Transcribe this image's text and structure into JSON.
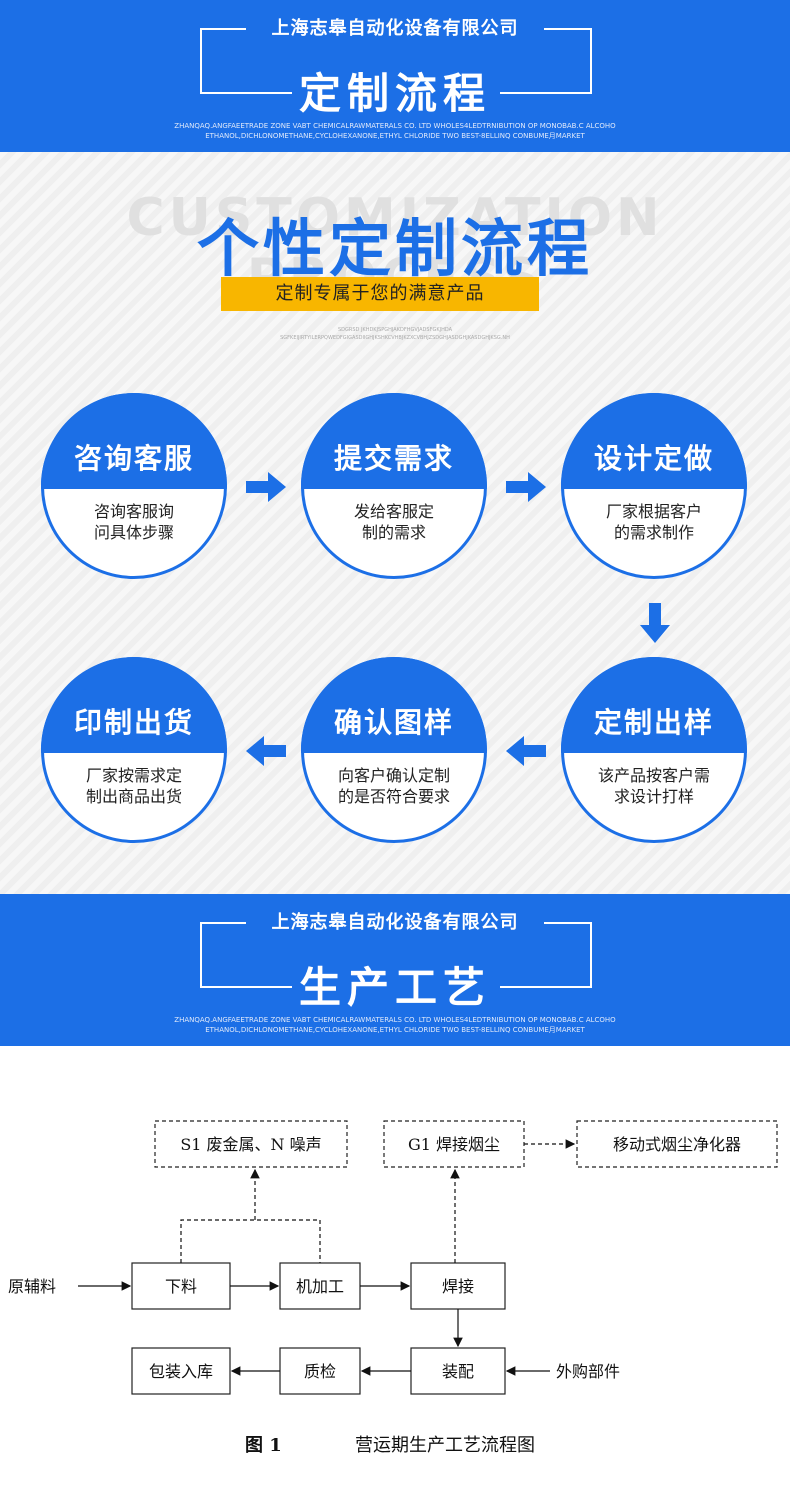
{
  "banner1": {
    "company": "上海志皋自动化设备有限公司",
    "title": "定制流程",
    "english_line1": "ZHANQAQ.ANGFAEETRADE ZONE VABT CHEMICALRAWMATERALS CO. LTD WHOLES4LEDTRNIBUTION OP MONOBAB.C ALCOHO",
    "english_line2": "ETHANOL,DICHLONOMETHANE,CYCLOHEXANONE,ETHYL CHLORIDE TWO BEST-8ELLINQ CONBUME月MARKET"
  },
  "process": {
    "background_word": "CUSTOMIZATION PROCESS",
    "title": "个性定制流程",
    "subtitle": "定制专属于您的满意产品",
    "tiny_line1": "SDGRSD JKHDKJSPGHJAKDFHGVJADSFGKJHDA",
    "tiny_line2": "SGFKEIJIRTYILERPQWEDFGIGASDIIGHJKSHKCVHBJKZXCVBHJZSDGHJASDGHJKASDGHJKSG.NH",
    "steps": [
      {
        "title": "咨询客服",
        "desc_line1": "咨询客服询",
        "desc_line2": "问具体步骤"
      },
      {
        "title": "提交需求",
        "desc_line1": "发给客服定",
        "desc_line2": "制的需求"
      },
      {
        "title": "设计定做",
        "desc_line1": "厂家根据客户",
        "desc_line2": "的需求制作"
      },
      {
        "title": "定制出样",
        "desc_line1": "该产品按客户需",
        "desc_line2": "求设计打样"
      },
      {
        "title": "确认图样",
        "desc_line1": "向客户确认定制",
        "desc_line2": "的是否符合要求"
      },
      {
        "title": "印制出货",
        "desc_line1": "厂家按需求定",
        "desc_line2": "制出商品出货"
      }
    ]
  },
  "banner2": {
    "company": "上海志皋自动化设备有限公司",
    "title": "生产工艺",
    "english_line1": "ZHANQAQ.ANGFAEETRADE ZONE VABT CHEMICALRAWMATERALS CO. LTD WHOLES4LEDTRNIBUTION OP MONOBAB.C ALCOHO",
    "english_line2": "ETHANOL,DICHLONOMETHANE,CYCLOHEXANONE,ETHYL CHLORIDE TWO BEST-8ELLINQ CONBUME月MARKET"
  },
  "flowchart": {
    "emission_s1": "S1 废金属、N 噪声",
    "emission_g1": "G1 焊接烟尘",
    "purifier": "移动式烟尘净化器",
    "raw_material": "原辅料",
    "cutting": "下料",
    "machining": "机加工",
    "welding": "焊接",
    "assembly": "装配",
    "outsourced_parts": "外购部件",
    "inspection": "质检",
    "packaging": "包装入库",
    "caption_number": "图 1",
    "caption_text": "营运期生产工艺流程图"
  },
  "colors": {
    "primary_blue": "#1c6fe6",
    "accent_yellow": "#f8b600"
  }
}
